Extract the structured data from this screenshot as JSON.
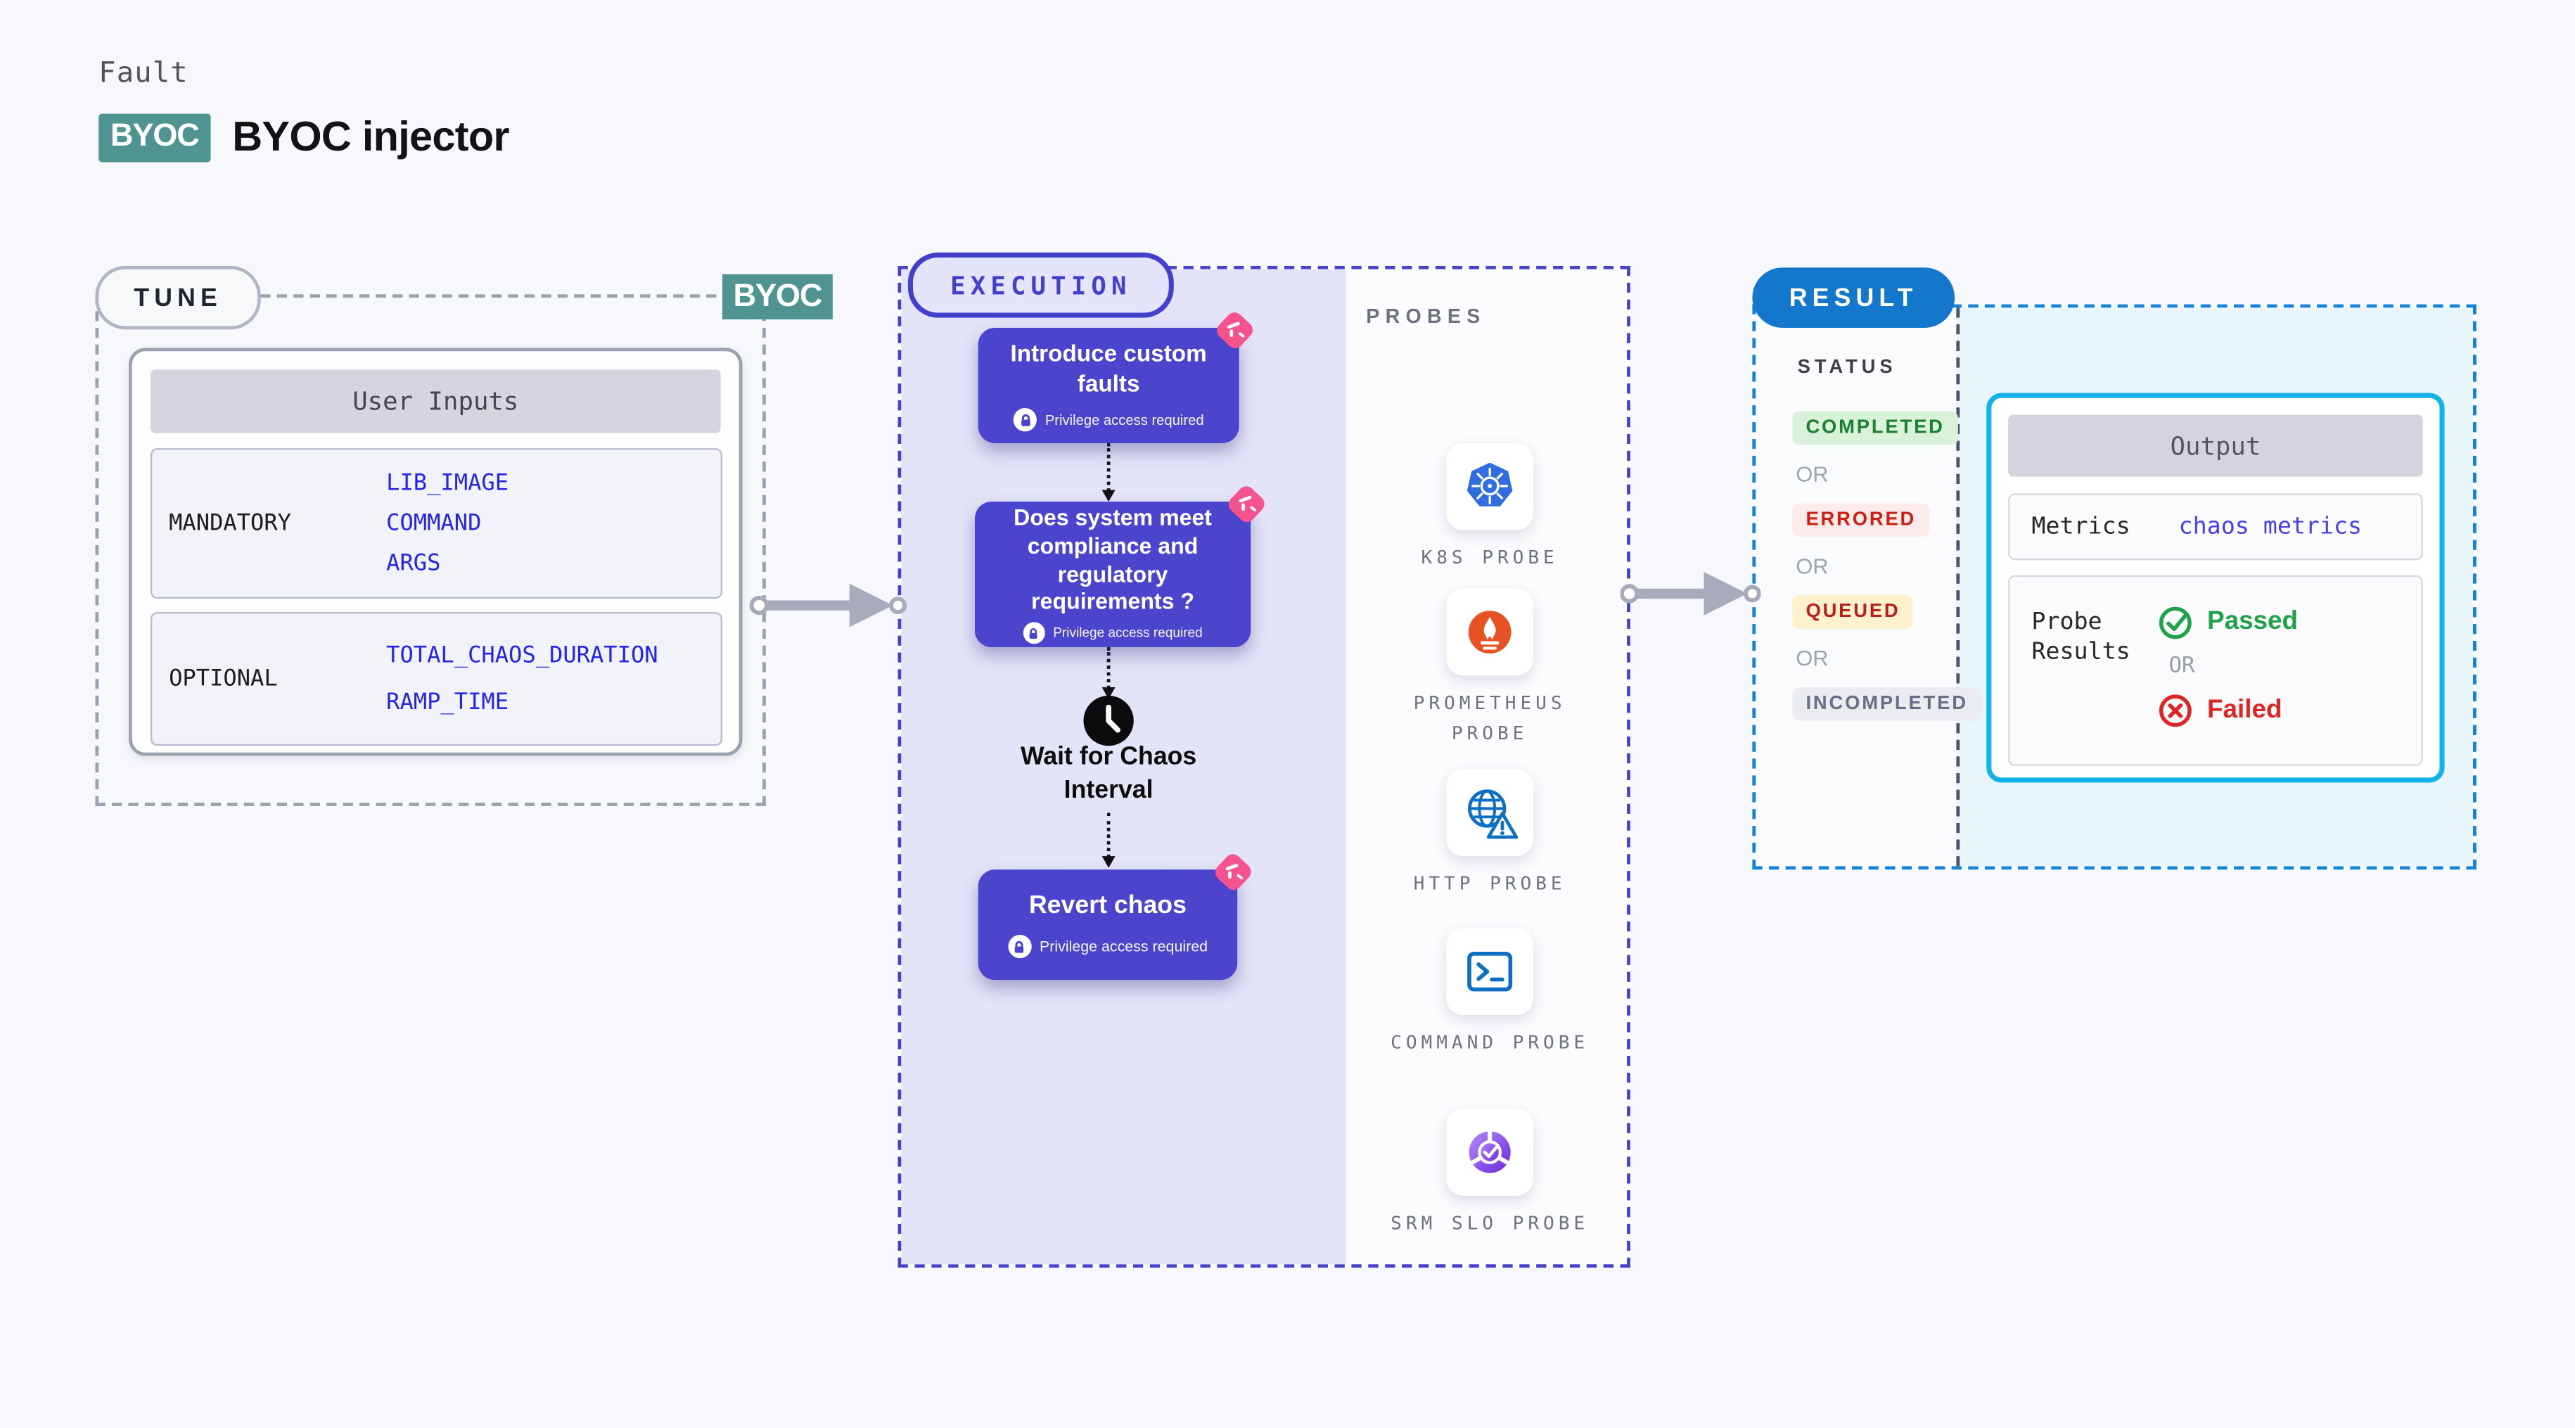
{
  "header": {
    "eyebrow": "Fault",
    "badge": "BYOC",
    "title": "BYOC injector"
  },
  "tune": {
    "pill": "TUNE",
    "corner_tag": "BYOC",
    "table": {
      "header": "User Inputs",
      "rows": [
        {
          "label": "MANDATORY",
          "values": [
            "LIB_IMAGE",
            "COMMAND",
            "ARGS"
          ]
        },
        {
          "label": "OPTIONAL",
          "values": [
            "TOTAL_CHAOS_DURATION",
            "RAMP_TIME"
          ]
        }
      ]
    }
  },
  "execution": {
    "pill": "EXECUTION",
    "nodes": [
      {
        "title": "Introduce custom faults",
        "note": "Privilege access required"
      },
      {
        "title": "Does system meet compliance and regulatory requirements ?",
        "note": "Privilege access required"
      },
      {
        "title": "Revert chaos",
        "note": "Privilege access required"
      }
    ],
    "wait_label": "Wait for Chaos Interval"
  },
  "probes": {
    "heading": "PROBES",
    "items": [
      {
        "label": "K8S PROBE",
        "icon": "kubernetes-icon"
      },
      {
        "label": "PROMETHEUS PROBE",
        "icon": "prometheus-icon"
      },
      {
        "label": "HTTP PROBE",
        "icon": "http-globe-icon"
      },
      {
        "label": "COMMAND PROBE",
        "icon": "terminal-icon"
      },
      {
        "label": "SRM SLO PROBE",
        "icon": "srm-slo-icon"
      }
    ]
  },
  "result": {
    "pill": "RESULT",
    "status": {
      "heading": "STATUS",
      "separator": "OR",
      "badges": [
        {
          "label": "COMPLETED",
          "fg": "#1a7f2e",
          "bg": "#d9f2d9"
        },
        {
          "label": "ERRORED",
          "fg": "#cb2114",
          "bg": "#fcebeb"
        },
        {
          "label": "QUEUED",
          "fg": "#b62020",
          "bg": "#fdf2cb"
        },
        {
          "label": "INCOMPLETED",
          "fg": "#667085",
          "bg": "#ebecf2"
        }
      ]
    },
    "output": {
      "header": "Output",
      "metrics_label": "Metrics",
      "metrics_value": "chaos metrics",
      "probe_results_label": "Probe Results",
      "passed": "Passed",
      "or": "OR",
      "failed": "Failed"
    }
  },
  "colors": {
    "teal_badge": "#4f9490",
    "node_indigo": "#4b44cd",
    "execution_border": "#4642cb",
    "execution_fill": "#e4e4f8",
    "result_blue": "#1377cc",
    "output_border": "#14b2e8",
    "input_value_blue": "#2525e8",
    "metrics_indigo": "#4840e8",
    "passed_green": "#1ea34b",
    "failed_red": "#dc2626",
    "arrow_gray": "#a9abbc",
    "sticker_pink": "#f4538e"
  }
}
